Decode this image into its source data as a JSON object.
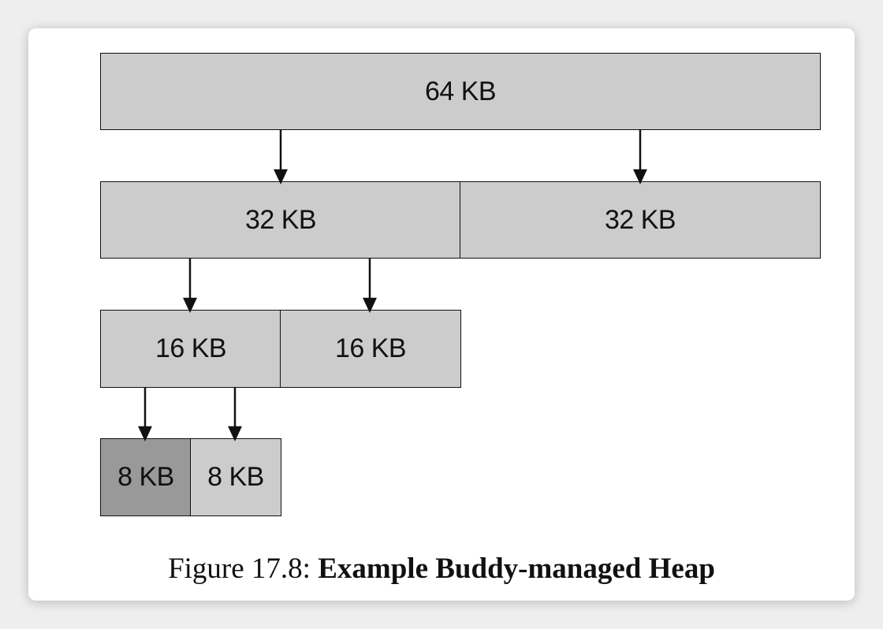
{
  "diagram": {
    "blocks": {
      "b64": "64 KB",
      "b32_left": "32 KB",
      "b32_right": "32 KB",
      "b16_left": "16 KB",
      "b16_right": "16 KB",
      "b8_left": "8 KB",
      "b8_right": "8 KB"
    },
    "colors": {
      "free_block": "#cccccc",
      "allocated_block": "#999999"
    }
  },
  "caption": {
    "prefix": "Figure 17.8:",
    "title": "Example Buddy-managed Heap"
  }
}
